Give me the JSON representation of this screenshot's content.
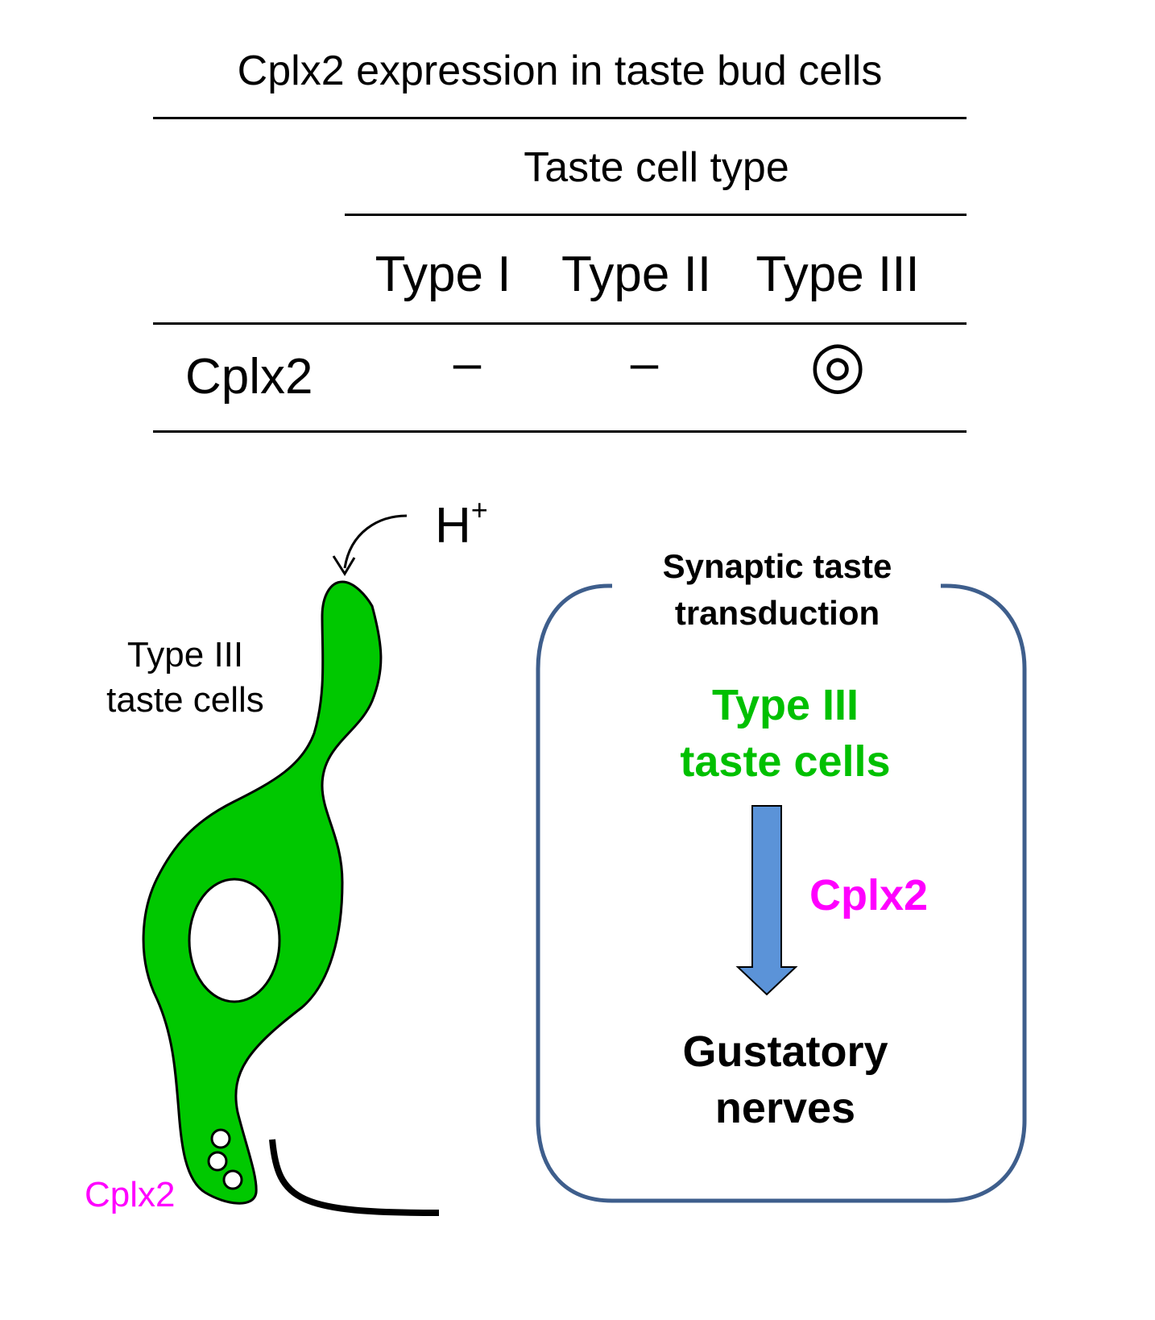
{
  "table": {
    "title": "Cplx2 expression in taste bud cells",
    "group_header": "Taste cell type",
    "columns": [
      "Type I",
      "Type II",
      "Type III"
    ],
    "row_label": "Cplx2",
    "values": [
      "–",
      "–",
      "◎"
    ]
  },
  "cell_diagram": {
    "stimulus_label": "H",
    "stimulus_charge": "+",
    "cell_label_line1": "Type III",
    "cell_label_line2": "taste cells",
    "vesicle_label": "Cplx2"
  },
  "pathway_box": {
    "heading_line1": "Synaptic taste",
    "heading_line2": "transduction",
    "source_line1": "Type III",
    "source_line2": "taste cells",
    "arrow_label": "Cplx2",
    "target_line1": "Gustatory",
    "target_line2": "nerves"
  },
  "colors": {
    "cell_fill": "#00c800",
    "highlight_text": "#ff00ff",
    "green_text": "#00c000",
    "box_border": "#3e5e8c",
    "arrow_fill": "#5b93d8"
  }
}
